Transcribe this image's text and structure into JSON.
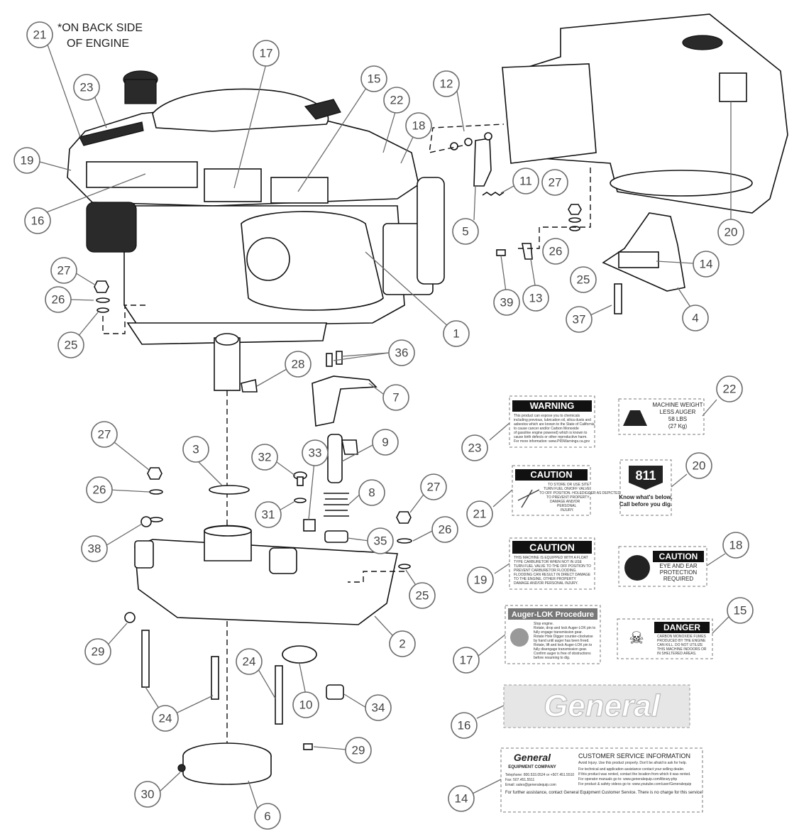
{
  "note": {
    "line1": "*ON BACK SIDE",
    "line2": "OF ENGINE"
  },
  "callouts": {
    "c21_note": "21",
    "c23": "23",
    "c19": "19",
    "c16": "16",
    "c17": "17",
    "c15": "15",
    "c22": "22",
    "c18": "18",
    "c12": "12",
    "c11": "11",
    "c5": "5",
    "c27a": "27",
    "c26a": "26",
    "c25a": "25",
    "c39": "39",
    "c13": "13",
    "c20": "20",
    "c14": "14",
    "c4": "4",
    "c37": "37",
    "c1": "1",
    "c27b": "27",
    "c26b": "26",
    "c25b": "25",
    "c28": "28",
    "c36": "36",
    "c7": "7",
    "c9": "9",
    "c8": "8",
    "c3": "3",
    "c32": "32",
    "c33": "33",
    "c31": "31",
    "c27c": "27",
    "c26c": "26",
    "c38": "38",
    "c35": "35",
    "c27d": "27",
    "c26d": "26",
    "c25d": "25",
    "c2": "2",
    "c29a": "29",
    "c24a": "24",
    "c24b": "24",
    "c10": "10",
    "c34": "34",
    "c29b": "29",
    "c30": "30",
    "c6": "6",
    "d23": "23",
    "d22": "22",
    "d21": "21",
    "d20": "20",
    "d19": "19",
    "d18": "18",
    "d17": "17",
    "d15": "15",
    "d16": "16",
    "d14": "14"
  },
  "decals": {
    "warning": {
      "header": "WARNING",
      "body": [
        "This product can expose you to chemicals",
        "including previous, lubrication oil, silica dusts and",
        "asbestos which are known to the State of California",
        "to cause cancer and/or Carbon Monoxide",
        "of gasoline engine powered) which is known to",
        "cause birth defects or other reproductive harm.",
        "For more information: www.P65Warnings.ca.gov"
      ]
    },
    "weight": {
      "line1": "MACHINE WEIGHT",
      "line2": "LESS AUGER",
      "line3": "58 LBS",
      "line4": "(27 Kg)"
    },
    "caution_fuel": {
      "header": "CAUTION",
      "body": [
        "TO STORE OR USE SITE",
        "TURN FUEL ON/OFF VALVE",
        "TO OFF POSITION. HOLEDIGGER AS DEPICTED",
        "TO PREVENT PROPERTY",
        "DAMAGE AND/OR",
        "PERSONAL",
        "INJURY."
      ]
    },
    "dig811": {
      "number": "811",
      "line1": "Know what's below.",
      "line2": "Call before you dig."
    },
    "caution_float": {
      "header": "CAUTION",
      "body": [
        "THIS MACHINE IS EQUIPPED WITH A FLOAT",
        "TYPE CARBURETOR WHEN NOT IN USE",
        "TURN FUEL VALVE TO THE OFF POSITION TO",
        "PREVENT CARBURETOR FLOODING.",
        "FLOODING CAN RESULT IN DIRECT DAMAGE",
        "TO THE ENGINE, OTHER PROPERTY",
        "DAMAGE AND/OR PERSONAL INJURY."
      ]
    },
    "caution_ear": {
      "header": "CAUTION",
      "line1": "EYE AND EAR",
      "line2": "PROTECTION",
      "line3": "REQUIRED"
    },
    "auger_lok": {
      "header": "Auger-LOK Procedure",
      "body": [
        "Stop engine.",
        "Rotate, drop and lock Auger-LOK pin to",
        "fully engage transmission gear.",
        "Rotate Hole Digger counter-clockwise",
        "by hand until auger has been freed.",
        "Rotate, lift and lock Auger-LOK pin to",
        "fully disengage transmission gear.",
        "Confirm auger is free of obstructions",
        "before resuming to dig."
      ]
    },
    "danger": {
      "header": "DANGER",
      "body": [
        "CARBON MONOXIDE FUMES",
        "PRODUCED BY THE ENGINE",
        "CAN KILL. DO NOT UTILIZE",
        "THIS MACHINE INDOORS OR",
        "IN SHELTERED AREAS."
      ]
    },
    "general_logo": {
      "text": "General"
    },
    "customer_service": {
      "brand": "General",
      "brand_sub": "EQUIPMENT COMPANY",
      "title": "CUSTOMER SERVICE INFORMATION",
      "subtitle": "Avoid Injury. Use this product properly. Don't be afraid to ask for help.",
      "bullets": [
        "For technical and application assistance contact your selling dealer.",
        "If this product was rented, contact the location from which it was rented.",
        "For operator manuals go to: www.generalequip.com/library.php",
        "For product & safety videos go to: www.youtube.com/user/Generalequip"
      ],
      "contact": [
        "Telephone: 800.533.0524 or +507.451.5510",
        "Fax: 507.451.5511",
        "Email: sales@generalequip.com"
      ],
      "footer": "For further assistance, contact General Equipment Customer Service. There is no charge for this service."
    }
  }
}
